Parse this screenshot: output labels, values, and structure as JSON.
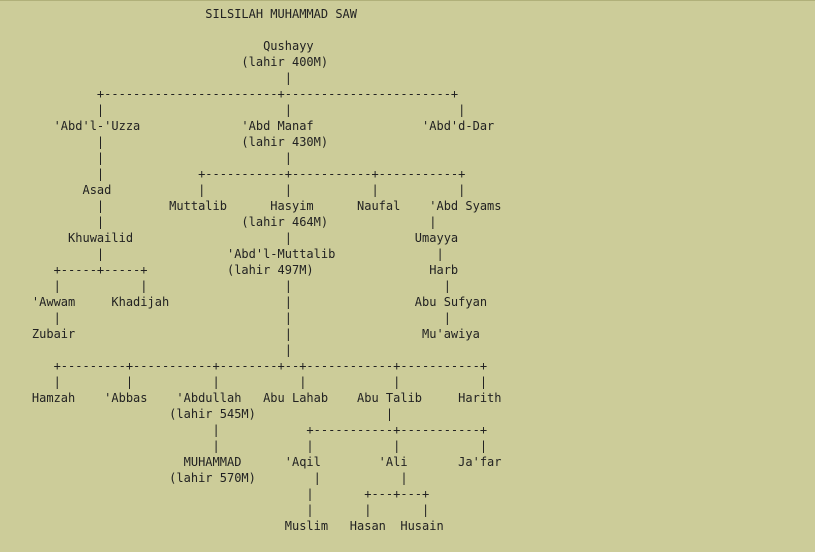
{
  "diagram": {
    "title": "SILSILAH MUHAMMAD SAW",
    "lines": [
      "                            SILSILAH MUHAMMAD SAW",
      "",
      "                                    Qushayy",
      "                                 (lahir 400M)",
      "                                       |",
      "             +------------------------+-----------------------+",
      "             |                         |                       |",
      "       'Abd'l-'Uzza              'Abd Manaf               'Abd'd-Dar",
      "             |                   (lahir 430M)",
      "             |                         |",
      "             |             +-----------+-----------+-----------+",
      "           Asad            |           |           |           |",
      "             |         Muttalib      Hasyim      Naufal    'Abd Syams",
      "             |                   (lahir 464M)              |",
      "         Khuwailid                     |                 Umayya",
      "             |                 'Abd'l-Muttalib              |",
      "       +-----+-----+           (lahir 497M)                Harb",
      "       |           |                   |                     |",
      "    'Awwam     Khadijah                |                 Abu Sufyan",
      "       |                               |                     |",
      "    Zubair                             |                  Mu'awiya",
      "                                       |",
      "       +---------+-----------+--------+--+------------+-----------+",
      "       |         |           |           |            |           |",
      "    Hamzah    'Abbas    'Abdullah   Abu Lahab    Abu Talib     Harith",
      "                       (lahir 545M)                  |",
      "                             |            +-----------+-----------+",
      "                             |            |           |           |",
      "                         MUHAMMAD      'Aqil        'Ali       Ja'far",
      "                       (lahir 570M)        |           |",
      "                                          |       +---+---+",
      "                                          |       |       |",
      "                                       Muslim   Hasan  Husain"
    ]
  }
}
